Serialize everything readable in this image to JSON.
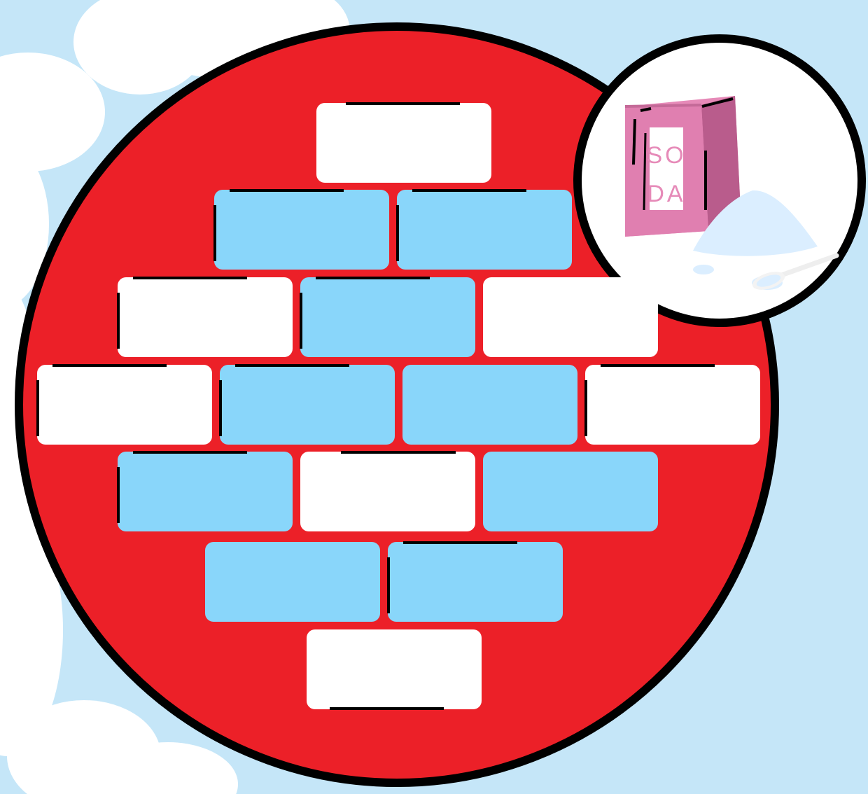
{
  "colors": {
    "sky": "#c5e6f8",
    "cloud": "#ffffff",
    "disc": "#ec2028",
    "outline": "#000000",
    "brick_white": "#ffffff",
    "brick_blue": "#89d6fa",
    "bag_pink": "#e68ab8",
    "bag_dark": "#b95c8c",
    "powder": "#dbeeff"
  },
  "bag": {
    "label_line1": "SO",
    "label_line2": "DA"
  },
  "bricks": [
    {
      "row": 1,
      "col": 1,
      "color": "white",
      "icon": "blank-brick"
    },
    {
      "row": 2,
      "col": 1,
      "color": "blue",
      "icon": "blank-brick"
    },
    {
      "row": 2,
      "col": 2,
      "color": "blue",
      "icon": "blank-brick"
    },
    {
      "row": 3,
      "col": 1,
      "color": "white",
      "icon": "blank-brick"
    },
    {
      "row": 3,
      "col": 2,
      "color": "blue",
      "icon": "blank-brick"
    },
    {
      "row": 3,
      "col": 3,
      "color": "white",
      "icon": "blank-brick"
    },
    {
      "row": 4,
      "col": 1,
      "color": "white",
      "icon": "blank-brick"
    },
    {
      "row": 4,
      "col": 2,
      "color": "blue",
      "icon": "blank-brick"
    },
    {
      "row": 4,
      "col": 3,
      "color": "blue",
      "icon": "blank-brick"
    },
    {
      "row": 4,
      "col": 4,
      "color": "white",
      "icon": "blank-brick"
    },
    {
      "row": 5,
      "col": 1,
      "color": "blue",
      "icon": "blank-brick"
    },
    {
      "row": 5,
      "col": 2,
      "color": "white",
      "icon": "blank-brick"
    },
    {
      "row": 5,
      "col": 3,
      "color": "blue",
      "icon": "blank-brick"
    },
    {
      "row": 6,
      "col": 1,
      "color": "blue",
      "icon": "blank-brick"
    },
    {
      "row": 6,
      "col": 2,
      "color": "blue",
      "icon": "blank-brick"
    },
    {
      "row": 7,
      "col": 1,
      "color": "white",
      "icon": "blank-brick"
    }
  ]
}
